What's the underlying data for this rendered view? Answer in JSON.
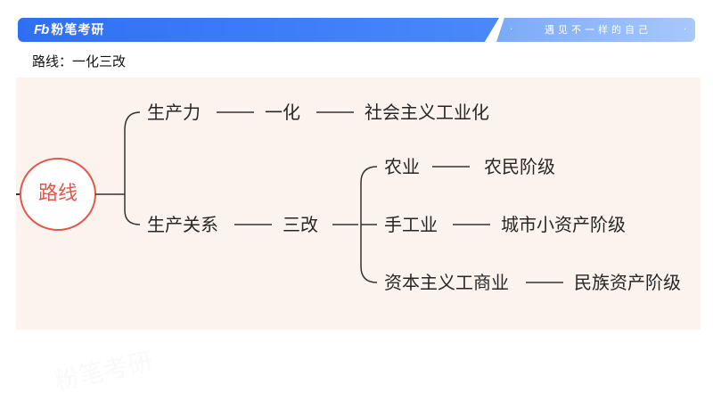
{
  "header": {
    "logo_mark": "Fb",
    "logo_text": "粉笔考研",
    "slogan": "遇见不一样的自己",
    "dot": "·"
  },
  "slide": {
    "title": "路线：一化三改"
  },
  "diagram": {
    "root": "路线",
    "branch1": {
      "label": "生产力",
      "child": "一化",
      "result": "社会主义工业化"
    },
    "branch2": {
      "label": "生产关系",
      "child": "三改",
      "items": [
        {
          "label": "农业",
          "result": "农民阶级"
        },
        {
          "label": "手工业",
          "result": "城市小资产阶级"
        },
        {
          "label": "资本主义工商业",
          "result": "民族资产阶级"
        }
      ]
    }
  },
  "colors": {
    "header_primary": "#2f6ff5",
    "header_secondary": "#8fb8fa",
    "panel_bg": "#fdf3ee",
    "root_stroke": "#e2574c",
    "root_text": "#e2574c",
    "line": "#333333"
  }
}
